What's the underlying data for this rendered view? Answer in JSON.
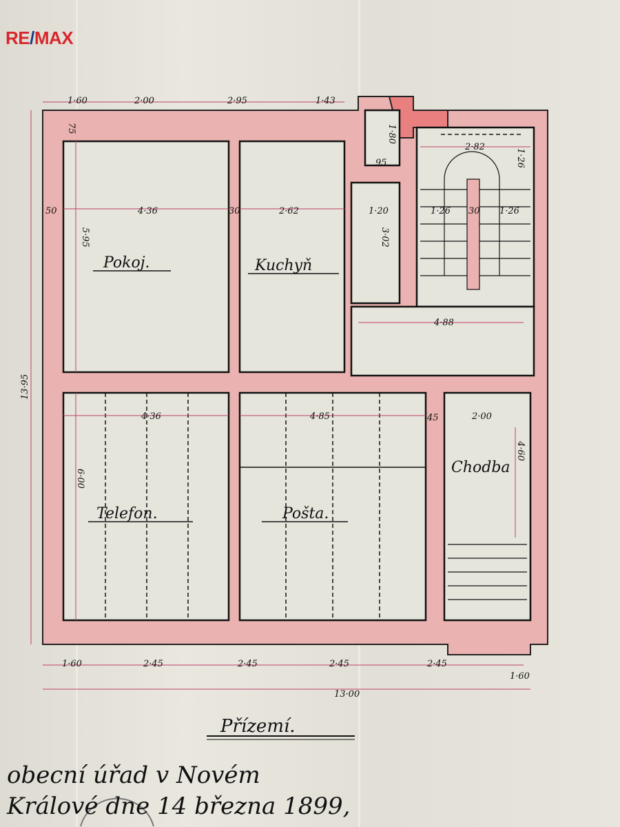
{
  "logo": {
    "re": "RE",
    "slash": "/",
    "max": "MAX"
  },
  "plan": {
    "title": "Přízemí.",
    "rooms": {
      "pokoj": "Pokoj.",
      "kuchyn": "Kuchyň",
      "telefon": "Telefon.",
      "posta": "Pošta.",
      "chodba": "Chodba"
    },
    "dims_top": [
      "1·60",
      "2·00",
      "2·95",
      "1·43"
    ],
    "dims_bottom": [
      "1·60",
      "2·45",
      "2·45",
      "2·45",
      "2·45",
      "1·60"
    ],
    "total_width": "13·00",
    "total_height": "13·95",
    "dims_inner": {
      "pokoj_w": "4·36",
      "pokoj_h": "5·95",
      "kuchyn_w": "2·62",
      "pantry_w": "1·20",
      "pantry_h": "3·02",
      "stair_a": "1·26",
      "stair_b": "1·26",
      "stair_mid": "30",
      "stair_w": "2·82",
      "stair_h": "1·26",
      "hall_w": "4·88",
      "small_w": "95",
      "small_h": "1·80",
      "telefon_w": "4·36",
      "telefon_h": "6·00",
      "posta_w": "4·85",
      "chodba_w": "2·00",
      "chodba_h": "4·60",
      "wall50": "50",
      "wall30": "30",
      "wall45": "45",
      "wall75": "75"
    }
  },
  "note": {
    "line1": "obecní úřad v Novém",
    "line2": "Králové dne 14 března 1899,"
  }
}
